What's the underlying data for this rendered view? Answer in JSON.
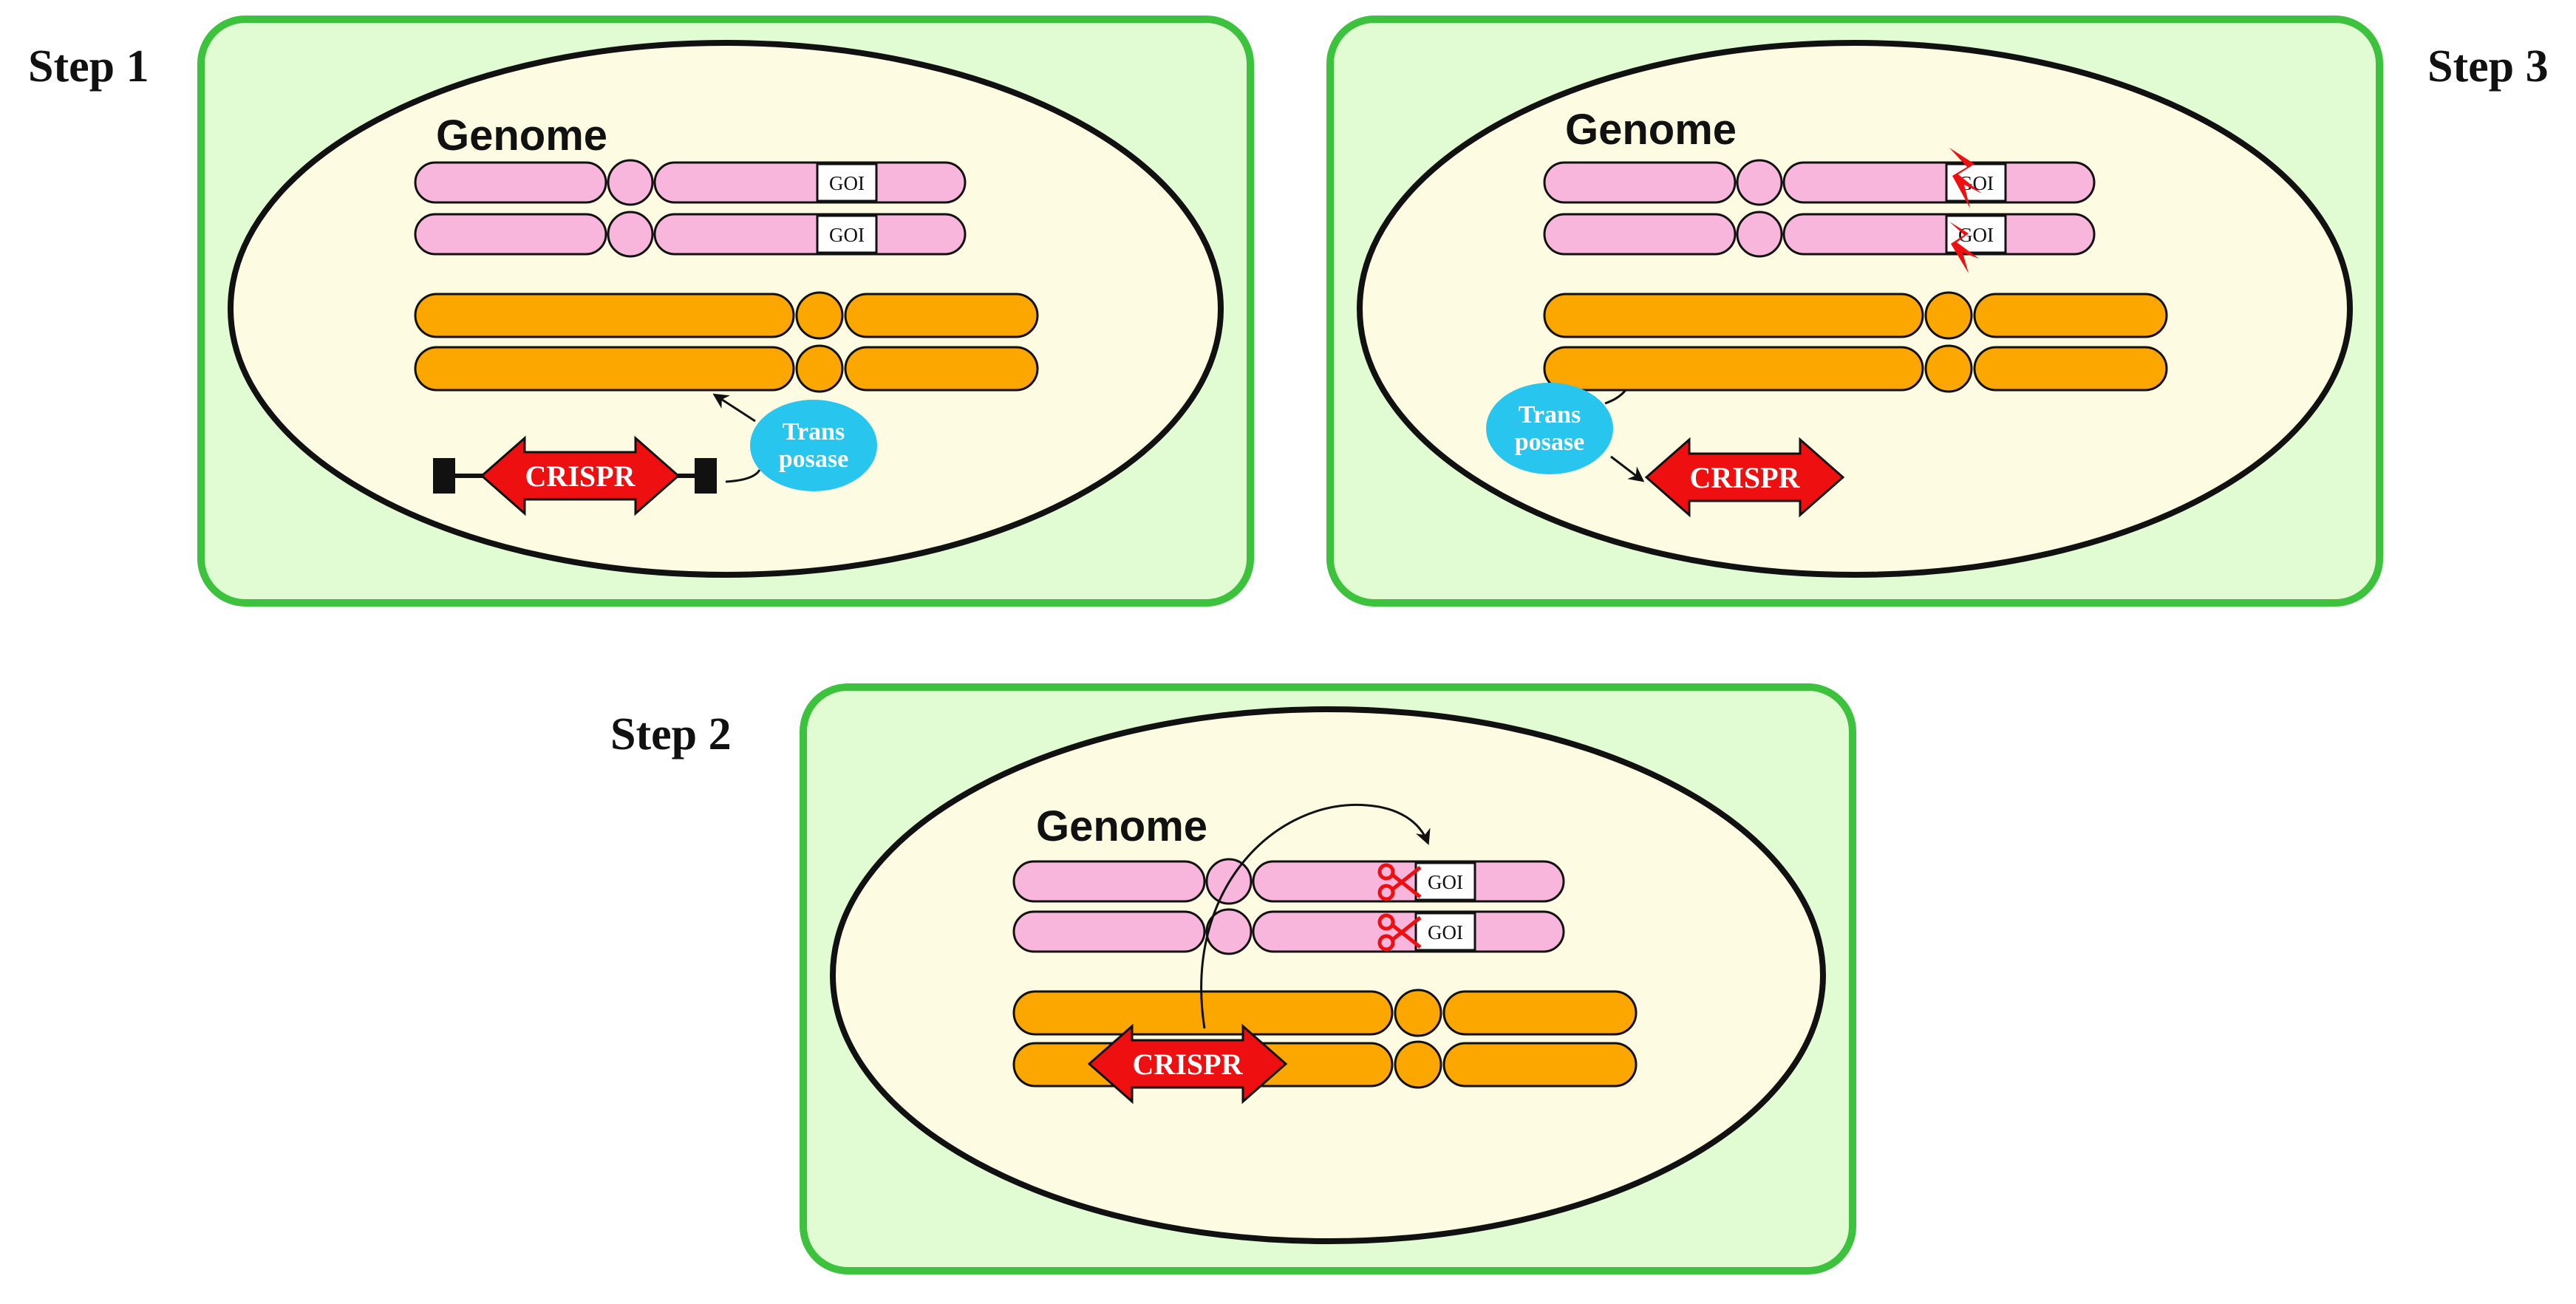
{
  "colors": {
    "panel_fill": "#e1fbd3",
    "panel_border": "#3cc23c",
    "cell_fill": "#fdfbe1",
    "chromosome_pink": "#f9b6dd",
    "chromosome_orange": "#fca600",
    "crispr_red": "#ee1010",
    "transposase_blue": "#28c5ef",
    "goi_box": "#ffffff",
    "outline": "#111111"
  },
  "icons": [
    "scissors-icon",
    "arrow-icon",
    "cut-mark-icon"
  ],
  "panels": [
    {
      "step_label": "Step 1",
      "genome_label": "Genome",
      "goi_labels": [
        "GOI",
        "GOI"
      ],
      "crispr_label": "CRISPR",
      "transposase_label": [
        "Trans",
        "posase"
      ]
    },
    {
      "step_label": "Step 3",
      "genome_label": "Genome",
      "goi_labels": [
        "GOI",
        "GOI"
      ],
      "crispr_label": "CRISPR",
      "transposase_label": [
        "Trans",
        "posase"
      ]
    },
    {
      "step_label": "Step 2",
      "genome_label": "Genome",
      "goi_labels": [
        "GOI",
        "GOI"
      ],
      "crispr_label": "CRISPR"
    }
  ]
}
